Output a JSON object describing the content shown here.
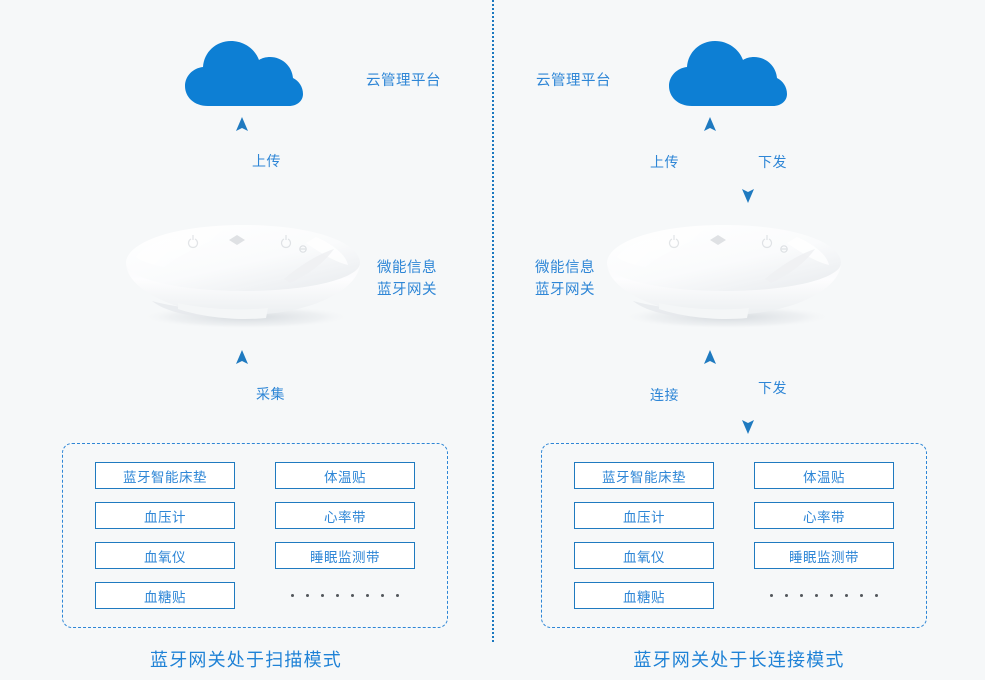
{
  "theme": {
    "background": "#f6f8f9",
    "accent_blue": "#2e86d6",
    "cloud_blue": "#0d7fd4",
    "box_border": "#1f7ac0",
    "divider": "#1b78bf",
    "dot_gray": "#53575c"
  },
  "panels": [
    {
      "id": "scan-mode",
      "cloud_label": "云管理平台",
      "gateway_label": "微能信息\n蓝牙网关",
      "upper_arrows": [
        {
          "name": "upload",
          "label": "上传",
          "direction": "up"
        }
      ],
      "lower_arrows": [
        {
          "name": "collect",
          "label": "采集",
          "direction": "up"
        }
      ],
      "devices": [
        "蓝牙智能床垫",
        "体温贴",
        "血压计",
        "心率带",
        "血氧仪",
        "睡眠监测带",
        "血糖贴"
      ],
      "dots_count": 8,
      "caption": "蓝牙网关处于扫描模式"
    },
    {
      "id": "long-connection-mode",
      "cloud_label": "云管理平台",
      "gateway_label": "微能信息\n蓝牙网关",
      "upper_arrows": [
        {
          "name": "upload",
          "label": "上传",
          "direction": "up"
        },
        {
          "name": "downlink",
          "label": "下发",
          "direction": "down"
        }
      ],
      "lower_arrows": [
        {
          "name": "connect",
          "label": "连接",
          "direction": "up"
        },
        {
          "name": "downlink",
          "label": "下发",
          "direction": "down"
        }
      ],
      "devices": [
        "蓝牙智能床垫",
        "体温贴",
        "血压计",
        "心率带",
        "血氧仪",
        "睡眠监测带",
        "血糖贴"
      ],
      "dots_count": 8,
      "caption": "蓝牙网关处于长连接模式"
    }
  ],
  "icons": {
    "cloud": "cloud-icon",
    "gateway": "bluetooth-gateway-device-icon",
    "arrow_up": "arrow-up-icon",
    "arrow_down": "arrow-down-icon",
    "power": "power-indicator-icon",
    "wifi": "wifi-indicator-icon",
    "bluetooth": "bluetooth-indicator-icon",
    "status": "status-indicator-icon"
  }
}
